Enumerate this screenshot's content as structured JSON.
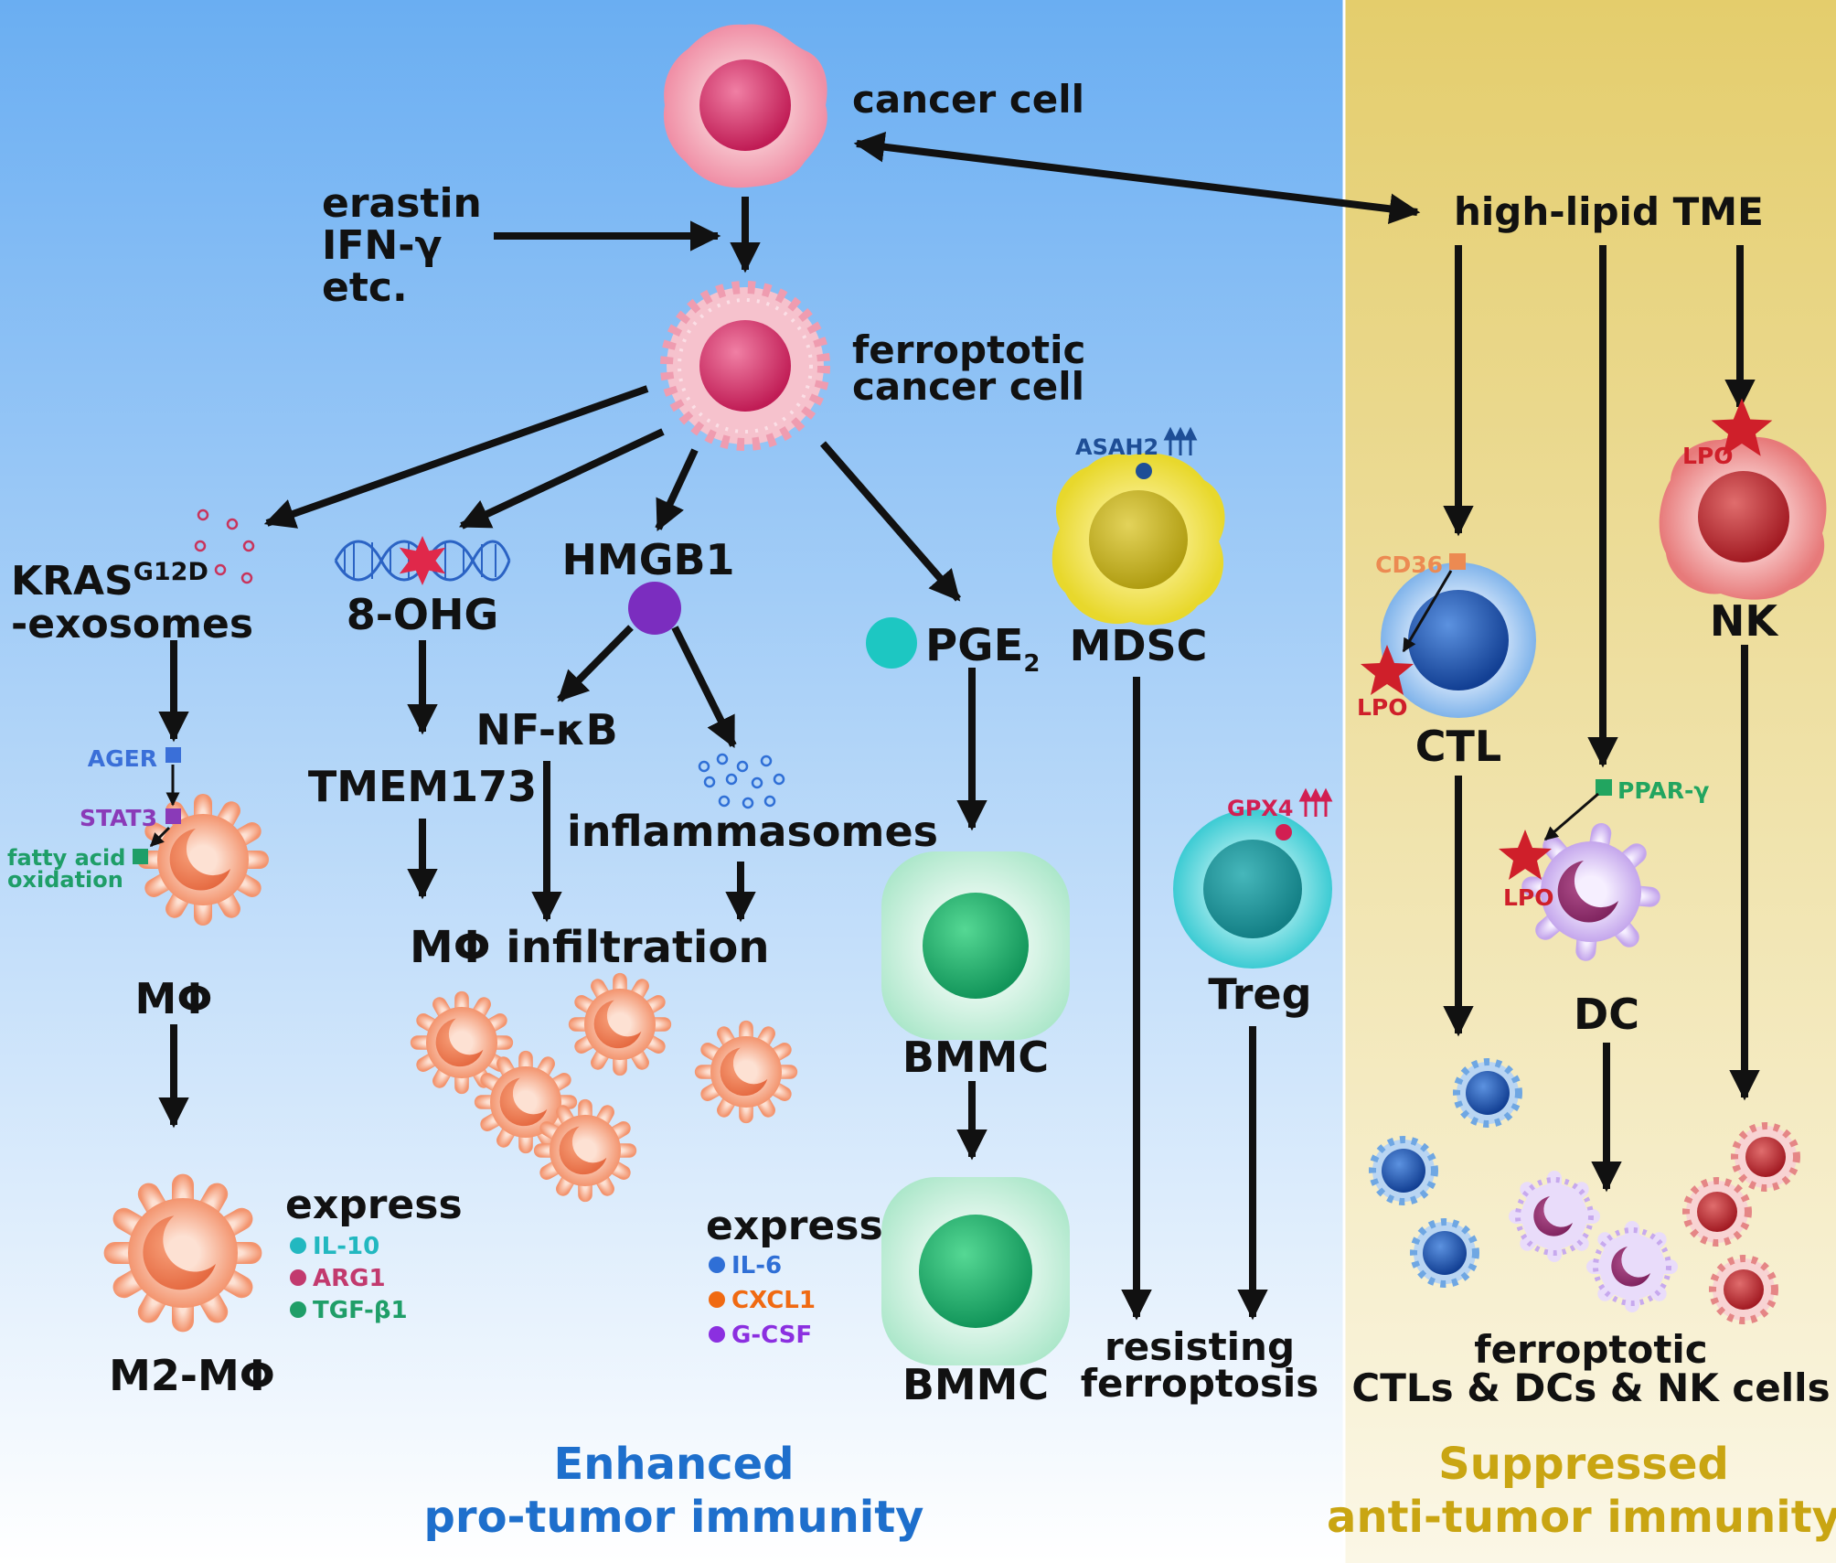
{
  "panels": {
    "left": {
      "title_line1": "Enhanced",
      "title_line2": "pro-tumor immunity",
      "gradient_top": "#6aaef2",
      "gradient_bottom": "#ffffff",
      "title_color": "#1e6fcc"
    },
    "right": {
      "title_line1": "Suppressed",
      "title_line2": "anti-tumor immunity",
      "gradient_top": "#e4cd6c",
      "gradient_bottom": "#fbf7e6",
      "title_color": "#c9a512"
    }
  },
  "nodes": {
    "cancer_cell": "cancer cell",
    "inducers": [
      "erastin",
      "IFN-γ",
      "etc."
    ],
    "ferroptotic_line1": "ferroptotic",
    "ferroptotic_line2": "cancer cell",
    "kras_base": "KRAS",
    "kras_sup": "G12D",
    "kras_line2": "-exosomes",
    "ohg": "8-OHG",
    "hmgb1": "HMGB1",
    "pge_base": "PGE",
    "pge_sub": "2",
    "mdsc": "MDSC",
    "asah2": "ASAH2",
    "nfkb": "NF-κB",
    "tmem173": "TMEM173",
    "inflammasomes": "inflammasomes",
    "mphi_infiltration": "MΦ infiltration",
    "ager": "AGER",
    "stat3": "STAT3",
    "fatty_line1": "fatty acid",
    "fatty_line2": "oxidation",
    "mphi": "MΦ",
    "m2_mphi": "M2-MΦ",
    "express": "express",
    "m2_express": [
      "IL-10",
      "ARG1",
      "TGF-β1"
    ],
    "bmmc": "BMMC",
    "bmmc_express": [
      "IL-6",
      "CXCL1",
      "G-CSF"
    ],
    "treg": "Treg",
    "gpx4": "GPX4",
    "resisting_line1": "resisting",
    "resisting_line2": "ferroptosis",
    "high_lipid": "high-lipid TME",
    "cd36": "CD36",
    "lpo": "LPO",
    "ctl": "CTL",
    "ppar": "PPAR-γ",
    "dc": "DC",
    "nk": "NK",
    "ferroptotic_immune_line1": "ferroptotic",
    "ferroptotic_immune_line2": "CTLs &  DCs & NK cells"
  },
  "colors": {
    "m2_express": [
      "#22b8c0",
      "#c23a6e",
      "#1f9e68"
    ],
    "bmmc_express": [
      "#2f6fd6",
      "#f06a12",
      "#8b2fe0"
    ],
    "ager": "#3a6fd8",
    "stat3": "#8a3ab8",
    "fatty": "#1f9e68",
    "asah2": "#1e4e96",
    "gpx4": "#d21f52",
    "cd36": "#ec8a52",
    "ppar": "#22a560",
    "lpo": "#cf1f2a"
  },
  "icons": [
    "cancer-cell-icon",
    "ferroptotic-cell-icon",
    "exosome-icon",
    "dna-icon",
    "hmgb1-dot-icon",
    "pge2-dot-icon",
    "mdsc-cell-icon",
    "macrophage-icon",
    "bmmc-cell-icon",
    "treg-cell-icon",
    "ctl-cell-icon",
    "dc-cell-icon",
    "nk-cell-icon",
    "lpo-star-icon",
    "arrow-icon"
  ]
}
